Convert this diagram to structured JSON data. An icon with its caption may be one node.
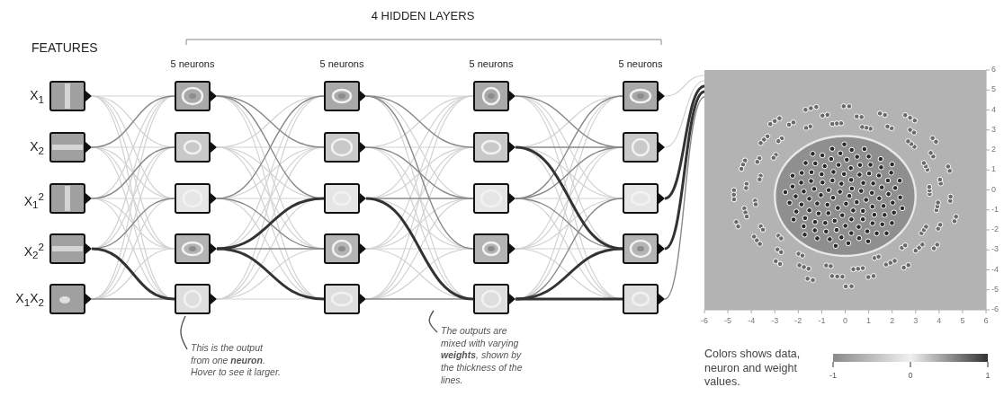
{
  "diagram": {
    "nodes": [
      {
        "text": [],
        "shape": "box",
        "beside": [
          "X$_{1}$"
        ]
      },
      {
        "text": [],
        "shape": "box",
        "beside": [
          "X$_{2}$"
        ]
      },
      {
        "text": [],
        "shape": "box",
        "beside": [
          "X$_{1}$$^{2}$"
        ]
      },
      {
        "text": [],
        "shape": "box",
        "beside": [
          "X$_{2}$$^{2}$"
        ]
      },
      {
        "text": [],
        "shape": "box",
        "beside": [
          "X$_{1}$X$_{2}$"
        ]
      },
      {
        "text": [],
        "shape": "box"
      },
      {
        "text": [],
        "shape": "box"
      },
      {
        "text": [],
        "shape": "box"
      },
      {
        "text": [],
        "shape": "box"
      },
      {
        "text": [],
        "shape": "box"
      },
      {
        "text": [],
        "shape": "box"
      },
      {
        "text": [],
        "shape": "box"
      },
      {
        "text": [],
        "shape": "box"
      },
      {
        "text": [],
        "shape": "box"
      },
      {
        "text": [],
        "shape": "box"
      },
      {
        "text": [],
        "shape": "box"
      },
      {
        "text": [],
        "shape": "box"
      },
      {
        "text": [],
        "shape": "box"
      },
      {
        "text": [],
        "shape": "box"
      },
      {
        "text": [],
        "shape": "box"
      },
      {
        "text": [],
        "shape": "box"
      },
      {
        "text": [],
        "shape": "box"
      },
      {
        "text": [],
        "shape": "box"
      },
      {
        "text": [],
        "shape": "box"
      },
      {
        "text": [],
        "shape": "box"
      },
      {
        "text": [],
        "shape": "picture"
      },
      {
        "text": [
          "This is the output from one **neuron**. Hover to see it larger."
        ]
      },
      {
        "text": [
          "The outputs are mixed with varying **weights**, shown by the thickness of the lines."
        ]
      }
    ],
    "edges": [
      {
        "from": 0,
        "to": 5,
        "arrow": "none"
      },
      {
        "from": 0,
        "to": 6,
        "arrow": "none"
      },
      {
        "from": 0,
        "to": 7,
        "arrow": "none"
      },
      {
        "from": 0,
        "to": 8,
        "arrow": "none"
      },
      {
        "from": 0,
        "to": 9,
        "arrow": "none"
      },
      {
        "from": 1,
        "to": 5,
        "arrow": "none",
        "color": "#888888"
      },
      {
        "from": 1,
        "to": 6,
        "arrow": "none"
      },
      {
        "from": 1,
        "to": 7,
        "arrow": "none"
      },
      {
        "from": 1,
        "to": 8,
        "arrow": "none"
      },
      {
        "from": 1,
        "to": 9,
        "arrow": "none"
      },
      {
        "from": 2,
        "to": 5,
        "arrow": "none"
      },
      {
        "from": 2,
        "to": 6,
        "arrow": "none",
        "color": "#888888"
      },
      {
        "from": 2,
        "to": 7,
        "arrow": "none"
      },
      {
        "from": 2,
        "to": 8,
        "arrow": "none"
      },
      {
        "from": 2,
        "to": 9,
        "arrow": "none"
      },
      {
        "from": 3,
        "to": 5,
        "arrow": "none"
      },
      {
        "from": 3,
        "to": 6,
        "arrow": "none"
      },
      {
        "from": 3,
        "to": 7,
        "arrow": "none",
        "color": "#888888"
      },
      {
        "from": 3,
        "to": 8,
        "arrow": "none"
      },
      {
        "from": 3,
        "to": 9,
        "arrow": "none",
        "style": "thick",
        "color": "#333333"
      },
      {
        "from": 4,
        "to": 5,
        "arrow": "none"
      },
      {
        "from": 4,
        "to": 6,
        "arrow": "none"
      },
      {
        "from": 4,
        "to": 7,
        "arrow": "none"
      },
      {
        "from": 4,
        "to": 8,
        "arrow": "none"
      },
      {
        "from": 4,
        "to": 9,
        "arrow": "none",
        "color": "#888888"
      },
      {
        "from": 5,
        "to": 10,
        "arrow": "none"
      },
      {
        "from": 5,
        "to": 11,
        "arrow": "none",
        "color": "#888888"
      },
      {
        "from": 5,
        "to": 12,
        "arrow": "none",
        "color": "#888888"
      },
      {
        "from": 5,
        "to": 13,
        "arrow": "none"
      },
      {
        "from": 5,
        "to": 14,
        "arrow": "none"
      },
      {
        "from": 6,
        "to": 10,
        "arrow": "none"
      },
      {
        "from": 6,
        "to": 11,
        "arrow": "none"
      },
      {
        "from": 6,
        "to": 12,
        "arrow": "none"
      },
      {
        "from": 6,
        "to": 13,
        "arrow": "none"
      },
      {
        "from": 6,
        "to": 14,
        "arrow": "none"
      },
      {
        "from": 7,
        "to": 10,
        "arrow": "none",
        "color": "#888888"
      },
      {
        "from": 7,
        "to": 11,
        "arrow": "none"
      },
      {
        "from": 7,
        "to": 12,
        "arrow": "none"
      },
      {
        "from": 7,
        "to": 13,
        "arrow": "none",
        "color": "#888888"
      },
      {
        "from": 7,
        "to": 14,
        "arrow": "none"
      },
      {
        "from": 8,
        "to": 10,
        "arrow": "none"
      },
      {
        "from": 8,
        "to": 11,
        "arrow": "none"
      },
      {
        "from": 8,
        "to": 12,
        "arrow": "none",
        "style": "thick",
        "color": "#333333"
      },
      {
        "from": 8,
        "to": 13,
        "arrow": "none",
        "color": "#888888"
      },
      {
        "from": 8,
        "to": 14,
        "arrow": "none",
        "style": "thick",
        "color": "#333333"
      },
      {
        "from": 9,
        "to": 10,
        "arrow": "none"
      },
      {
        "from": 9,
        "to": 11,
        "arrow": "none"
      },
      {
        "from": 9,
        "to": 12,
        "arrow": "none"
      },
      {
        "from": 9,
        "to": 13,
        "arrow": "none"
      },
      {
        "from": 9,
        "to": 14,
        "arrow": "none"
      },
      {
        "from": 10,
        "to": 15,
        "arrow": "none"
      },
      {
        "from": 10,
        "to": 16,
        "arrow": "none",
        "color": "#888888"
      },
      {
        "from": 10,
        "to": 17,
        "arrow": "none"
      },
      {
        "from": 10,
        "to": 18,
        "arrow": "none",
        "color": "#888888"
      },
      {
        "from": 10,
        "to": 19,
        "arrow": "none"
      },
      {
        "from": 11,
        "to": 15,
        "arrow": "none"
      },
      {
        "from": 11,
        "to": 16,
        "arrow": "none"
      },
      {
        "from": 11,
        "to": 17,
        "arrow": "none",
        "color": "#888888"
      },
      {
        "from": 11,
        "to": 18,
        "arrow": "none"
      },
      {
        "from": 11,
        "to": 19,
        "arrow": "none"
      },
      {
        "from": 12,
        "to": 15,
        "arrow": "none"
      },
      {
        "from": 12,
        "to": 16,
        "arrow": "none"
      },
      {
        "from": 12,
        "to": 17,
        "arrow": "none",
        "color": "#888888"
      },
      {
        "from": 12,
        "to": 18,
        "arrow": "none"
      },
      {
        "from": 12,
        "to": 19,
        "arrow": "none",
        "style": "thick",
        "color": "#333333"
      },
      {
        "from": 13,
        "to": 15,
        "arrow": "none"
      },
      {
        "from": 13,
        "to": 16,
        "arrow": "none"
      },
      {
        "from": 13,
        "to": 17,
        "arrow": "none"
      },
      {
        "from": 13,
        "to": 18,
        "arrow": "none"
      },
      {
        "from": 13,
        "to": 19,
        "arrow": "none"
      },
      {
        "from": 14,
        "to": 15,
        "arrow": "none"
      },
      {
        "from": 14,
        "to": 16,
        "arrow": "none"
      },
      {
        "from": 14,
        "to": 17,
        "arrow": "none"
      },
      {
        "from": 14,
        "to": 18,
        "arrow": "none"
      },
      {
        "from": 14,
        "to": 19,
        "arrow": "none",
        "color": "#888888"
      },
      {
        "from": 15,
        "to": 20,
        "arrow": "none"
      },
      {
        "from": 15,
        "to": 21,
        "arrow": "none",
        "color": "#888888"
      },
      {
        "from": 15,
        "to": 22,
        "arrow": "none"
      },
      {
        "from": 15,
        "to": 23,
        "arrow": "none"
      },
      {
        "from": 15,
        "to": 24,
        "arrow": "none"
      },
      {
        "from": 16,
        "to": 20,
        "arrow": "none"
      },
      {
        "from": 16,
        "to": 21,
        "arrow": "none",
        "color": "#888888"
      },
      {
        "from": 16,
        "to": 22,
        "arrow": "none"
      },
      {
        "from": 16,
        "to": 23,
        "arrow": "none",
        "style": "thick",
        "color": "#333333"
      },
      {
        "from": 16,
        "to": 24,
        "arrow": "none"
      },
      {
        "from": 17,
        "to": 20,
        "arrow": "none",
        "color": "#888888"
      },
      {
        "from": 17,
        "to": 21,
        "arrow": "none",
        "color": "#888888"
      },
      {
        "from": 17,
        "to": 22,
        "arrow": "none"
      },
      {
        "from": 17,
        "to": 23,
        "arrow": "none",
        "color": "#888888"
      },
      {
        "from": 17,
        "to": 24,
        "arrow": "none"
      },
      {
        "from": 18,
        "to": 20,
        "arrow": "none"
      },
      {
        "from": 18,
        "to": 21,
        "arrow": "none"
      },
      {
        "from": 18,
        "to": 22,
        "arrow": "none"
      },
      {
        "from": 18,
        "to": 23,
        "arrow": "none"
      },
      {
        "from": 18,
        "to": 24,
        "arrow": "none"
      },
      {
        "from": 19,
        "to": 20,
        "arrow": "none"
      },
      {
        "from": 19,
        "to": 21,
        "arrow": "none"
      },
      {
        "from": 19,
        "to": 22,
        "arrow": "none",
        "color": "#888888"
      },
      {
        "from": 19,
        "to": 23,
        "arrow": "none",
        "style": "thick",
        "color": "#333333"
      },
      {
        "from": 19,
        "to": 24,
        "arrow": "none",
        "style": "thick",
        "color": "#333333"
      },
      {
        "from": 20,
        "to": 25,
        "arrow": "none"
      },
      {
        "from": 21,
        "to": 25,
        "arrow": "none"
      },
      {
        "from": 22,
        "to": 25,
        "arrow": "none",
        "style": "thick",
        "color": "#333333"
      },
      {
        "from": 23,
        "to": 25,
        "arrow": "none",
        "style": "thick",
        "color": "#333333"
      },
      {
        "from": 24,
        "to": 25,
        "arrow": "none",
        "color": "#888888"
      },
      {
        "from": 26,
        "to": 9,
        "arrow": "none",
        "color": "#555555"
      },
      {
        "from": 27,
        "to": null,
        "arrow": "none",
        "color": "#555555"
      }
    ],
    "labels": [
      "4 HIDDEN LAYERS",
      "FEATURES",
      "5 neurons",
      "5 neurons",
      "5 neurons",
      "5 neurons",
      "6",
      "5",
      "4",
      "3",
      "2",
      "1",
      "0",
      "-1",
      "-2",
      "-3",
      "-4",
      "-5",
      "-6",
      "-6",
      "-5",
      "-4",
      "-3",
      "-2",
      "-1",
      "0",
      "1",
      "2",
      "3",
      "4",
      "5",
      "6",
      "Colors shows data, neuron and weight values.",
      "-1",
      "0",
      "1"
    ]
  }
}
